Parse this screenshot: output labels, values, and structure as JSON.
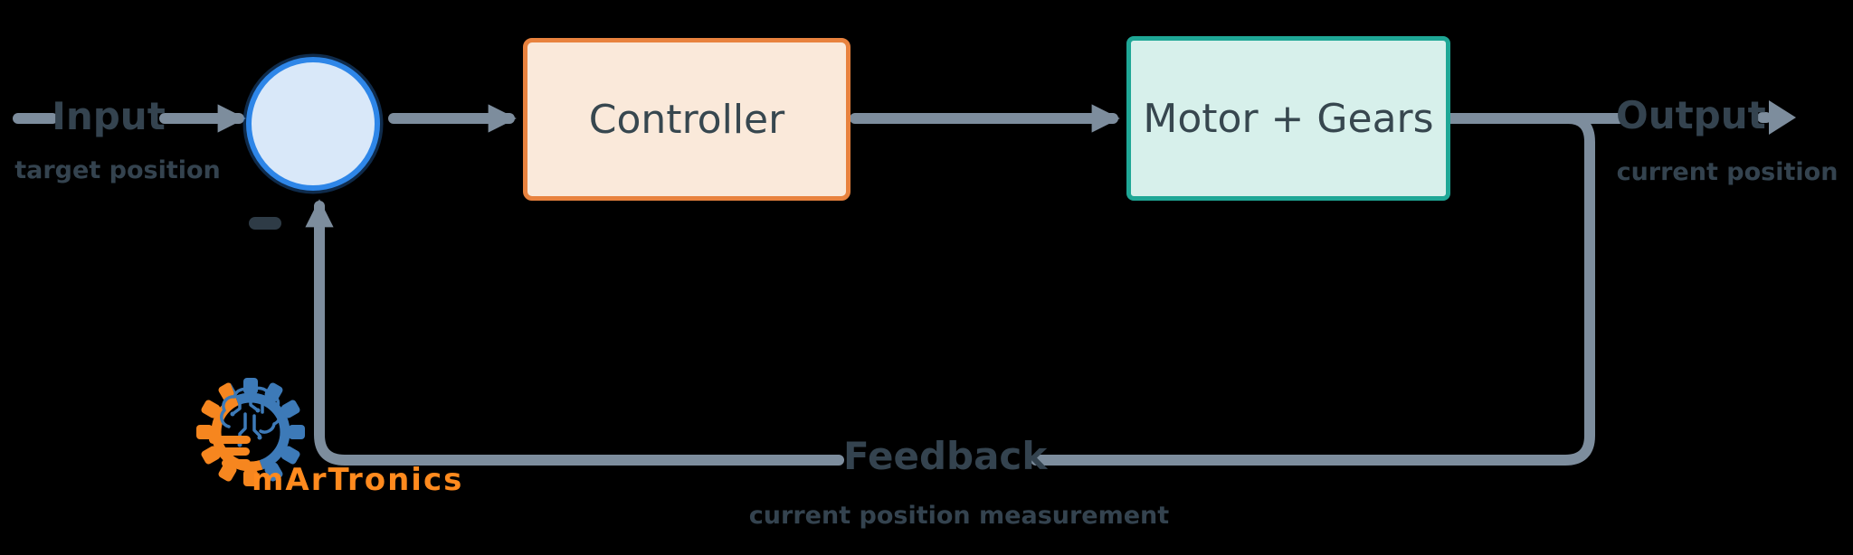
{
  "diagram": {
    "input": {
      "label": "Input",
      "sublabel": "target position"
    },
    "summing": {
      "sign": "-"
    },
    "blocks": [
      {
        "label": "Controller"
      },
      {
        "label": "Motor + Gears"
      }
    ],
    "output": {
      "label": "Output",
      "sublabel": "current position"
    },
    "feedback": {
      "label": "Feedback",
      "sublabel": "current position measurement"
    }
  },
  "logo": {
    "text": "mArTronics"
  },
  "colors": {
    "background": "#000000",
    "line": "#7D8D9D",
    "label_text": "#34434F",
    "block_text": "#37474F",
    "sum_fill": "#D9E8F9",
    "sum_border": "#2E86E8",
    "controller_fill": "#FAE9DA",
    "controller_border": "#E8823E",
    "motor_fill": "#D7F0EB",
    "motor_border": "#1FA796",
    "minus": "#2E3B46",
    "logo_blue": "#3D7AB8",
    "logo_orange": "#F6861F",
    "logo_text": "#FF8A1E"
  }
}
